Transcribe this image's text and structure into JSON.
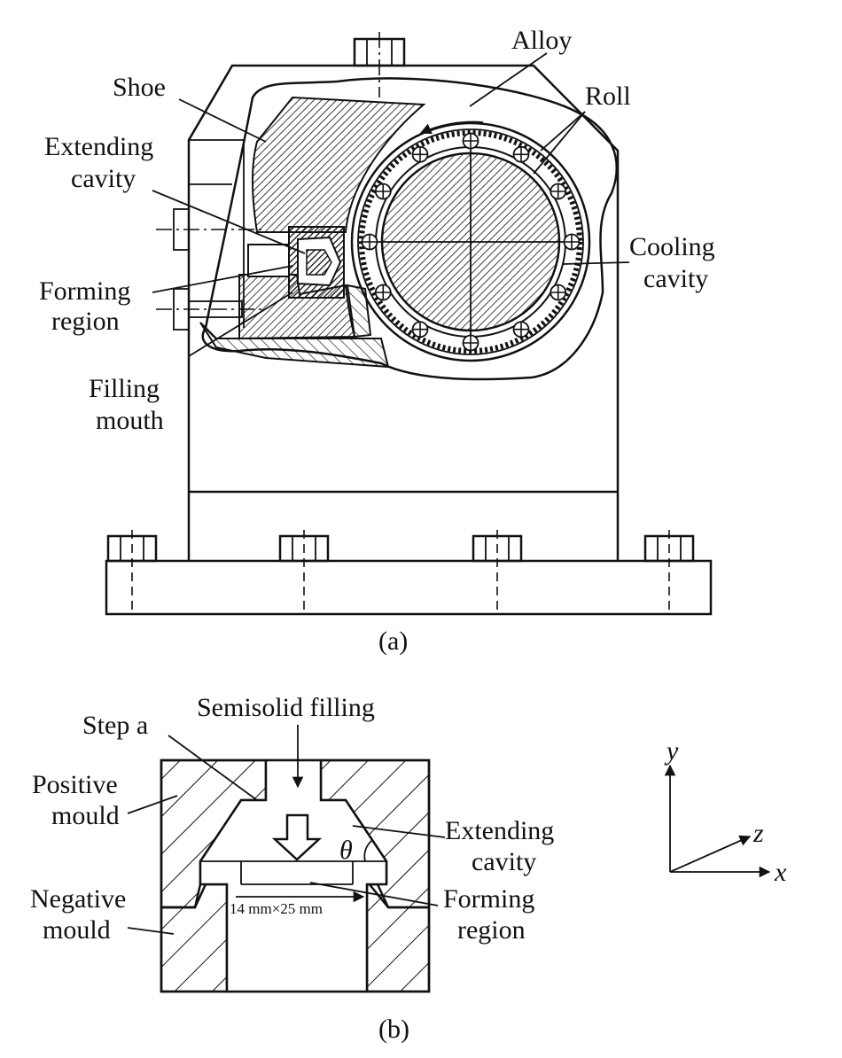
{
  "figure_a": {
    "label": "(a)",
    "alloy": "Alloy",
    "roll": "Roll",
    "shoe": "Shoe",
    "extending_cavity_1": "Extending",
    "extending_cavity_2": "cavity",
    "forming_region_1": "Forming",
    "forming_region_2": "region",
    "filling_mouth_1": "Filling",
    "filling_mouth_2": "mouth",
    "cooling_cavity_1": "Cooling",
    "cooling_cavity_2": "cavity"
  },
  "figure_b": {
    "label": "(b)",
    "semisolid_filling": "Semisolid filling",
    "step_a": "Step a",
    "positive_mould_1": "Positive",
    "positive_mould_2": "mould",
    "negative_mould_1": "Negative",
    "negative_mould_2": "mould",
    "extending_cavity_1": "Extending",
    "extending_cavity_2": "cavity",
    "forming_region_1": "Forming",
    "forming_region_2": "region",
    "dimension": "14 mm×25 mm",
    "theta": "θ"
  },
  "axes": {
    "y": "y",
    "z": "z",
    "x": "x"
  }
}
